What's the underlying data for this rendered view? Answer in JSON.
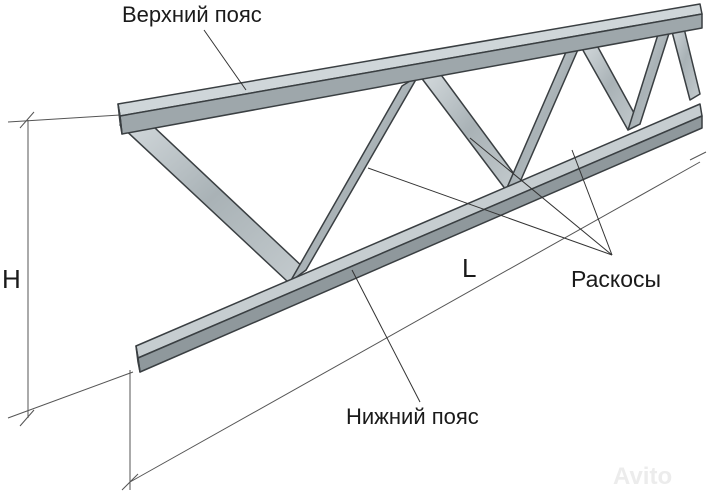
{
  "labels": {
    "top_chord": "Верхний пояс",
    "bottom_chord": "Нижний пояс",
    "diagonals": "Раскосы",
    "height": "H",
    "length": "L"
  },
  "watermark": "Avito",
  "colors": {
    "steel_light": "#c9d0d3",
    "steel_mid": "#9aa3a7",
    "steel_dark": "#3a3f42",
    "line": "#444444",
    "text": "#1a1a1a"
  }
}
